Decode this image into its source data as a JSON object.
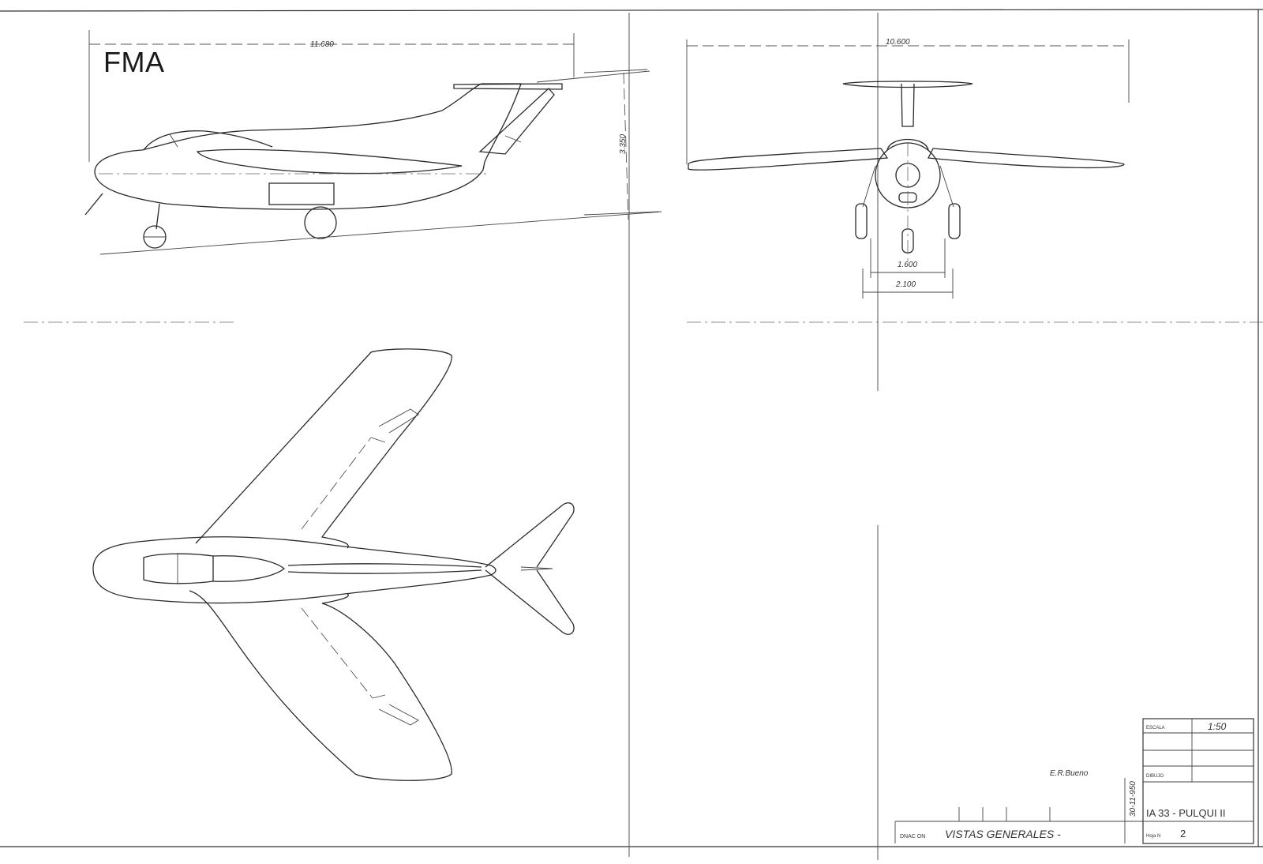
{
  "brand": {
    "logo_text": "FMA"
  },
  "dimensions": {
    "length": "11.680",
    "span": "10.600",
    "height": "3.350",
    "track_inner": "1.600",
    "track_outer": "2.100"
  },
  "title_block": {
    "scale_label": "ESCALA",
    "scale_value": "1:50",
    "drawn_label": "DIBUJO",
    "date": "30-11-950",
    "signature": "E.R.Bueno",
    "designation_label": "DNAC ON",
    "designation": "VISTAS GENERALES -",
    "aircraft": "IA 33 - PULQUI II",
    "sheet_label": "Hoja N",
    "sheet_number": "2"
  },
  "colors": {
    "ink": "#2a2a2a",
    "paper": "#ffffff"
  }
}
